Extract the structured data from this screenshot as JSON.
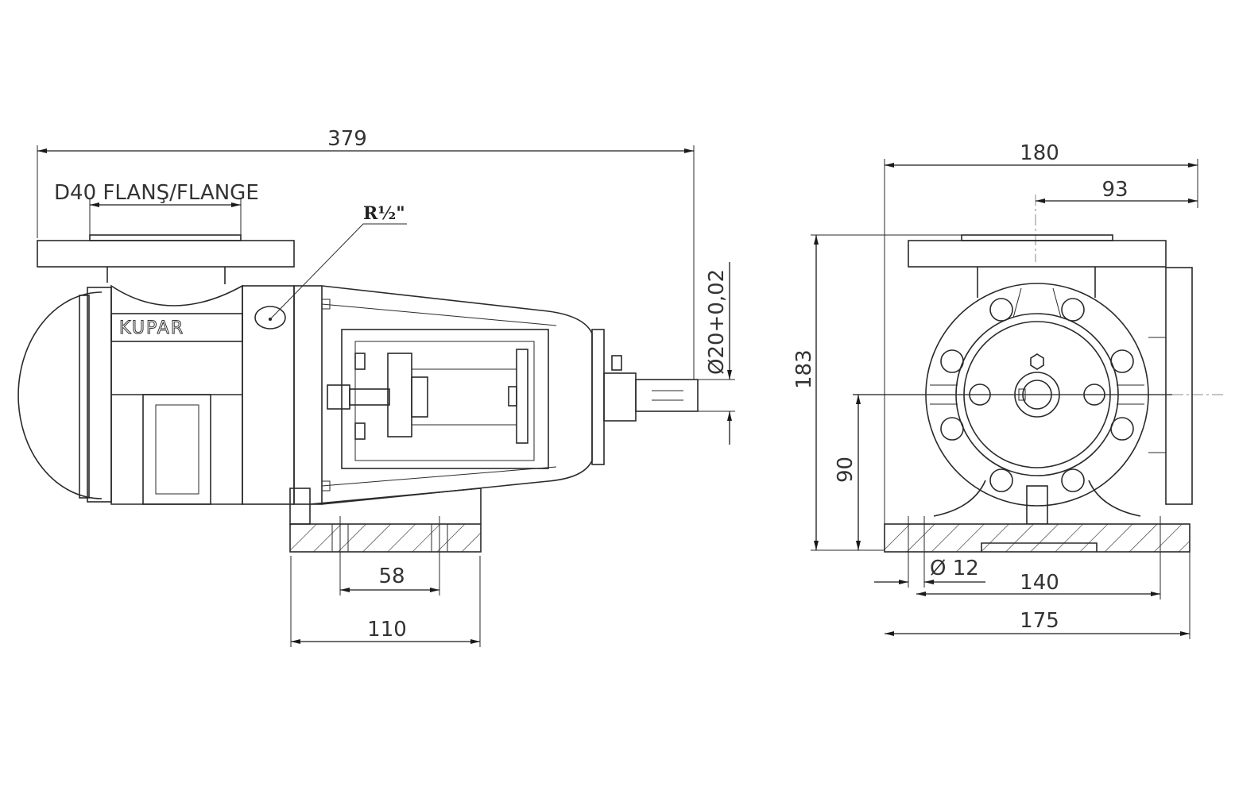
{
  "drawing": {
    "side_view": {
      "overall_length": "379",
      "flange_label": "D40 FLANŞ/FLANGE",
      "port_thread": "R½\"",
      "shaft_diameter": "Ø20+0,02",
      "foot_hole_spacing": "58",
      "foot_length": "110",
      "logo_text": "KUPAR"
    },
    "front_view": {
      "overall_width": "180",
      "flange_offset": "93",
      "overall_height": "183",
      "shaft_height": "90",
      "hole_diameter": "Ø 12",
      "hole_spacing": "140",
      "base_width": "175"
    },
    "colors": {
      "line": "#2a2a2a",
      "background": "#ffffff"
    }
  }
}
